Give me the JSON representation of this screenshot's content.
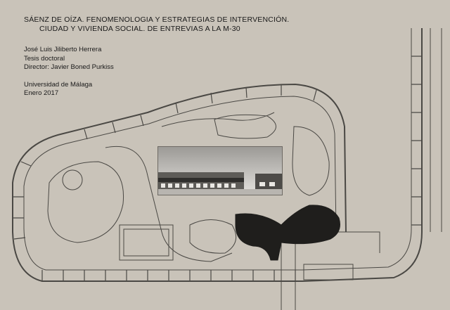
{
  "cover": {
    "title_line1": "SÁENZ DE OÍZA. FENOMENOLOGIA Y ESTRATEGIAS DE INTERVENCIÓN.",
    "title_line2": "CIUDAD Y VIVIENDA SOCIAL. DE ENTREVIAS A LA M-30",
    "author": "José Luis Jiliberto Herrera",
    "doc_type": "Tesis doctoral",
    "director": "Director: Javier Boned Purkiss",
    "university": "Universidad de Málaga",
    "date": "Enero 2017"
  },
  "colors": {
    "background": "#c9c3b9",
    "ink": "#1a1a1a",
    "plan_line": "#4a4844"
  }
}
